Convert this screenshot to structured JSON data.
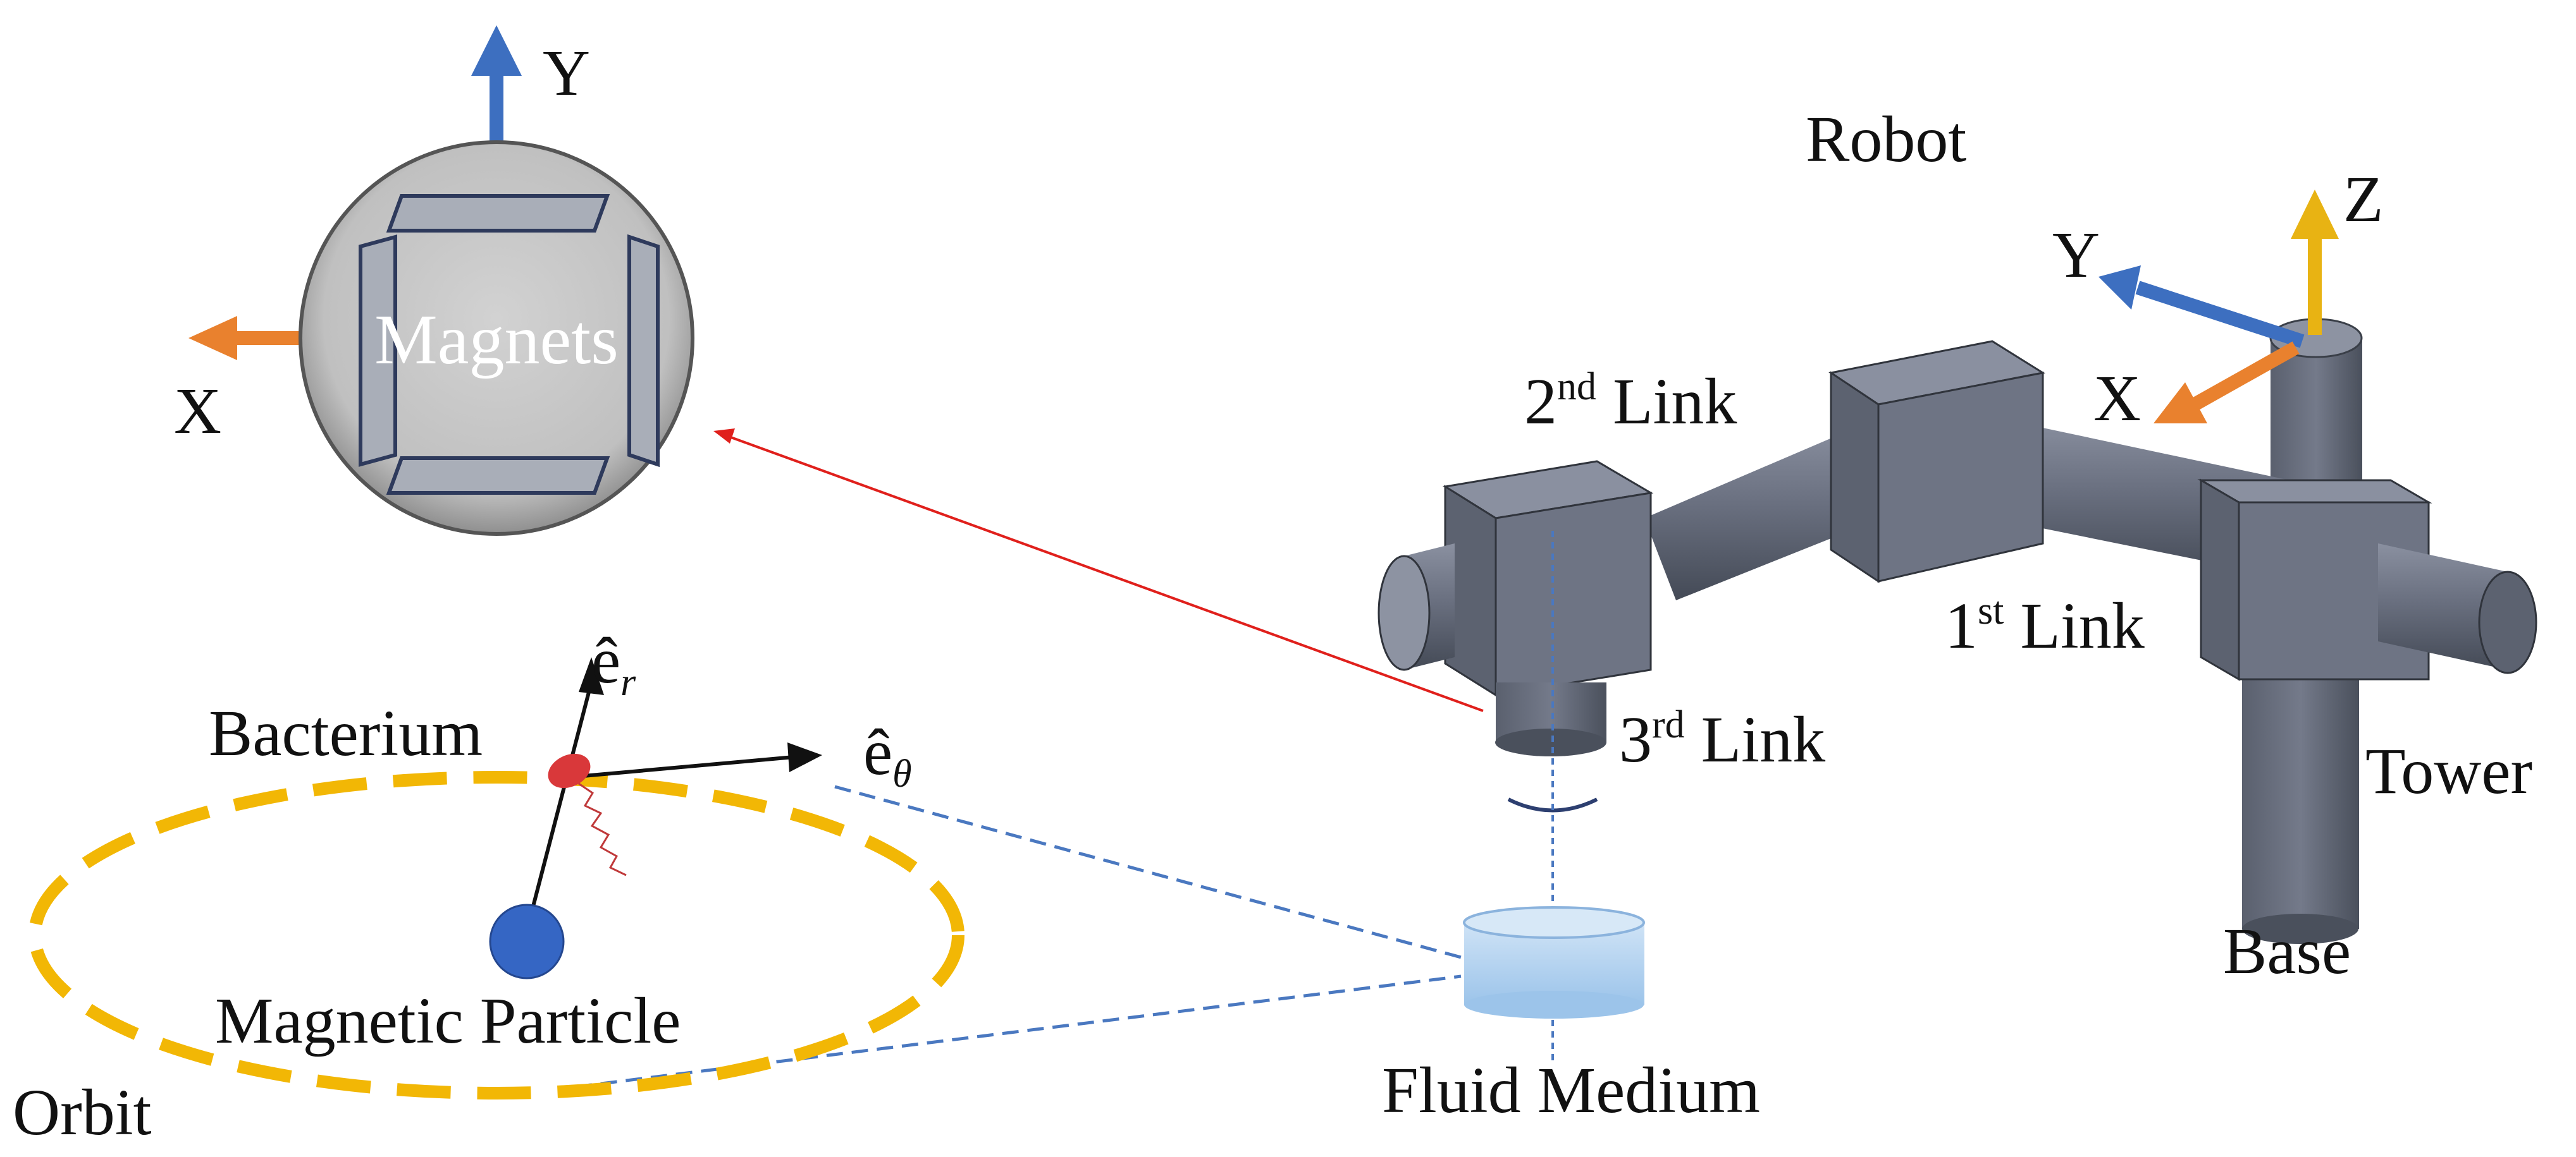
{
  "labels": {
    "robot": "Robot",
    "magnets": "Magnets",
    "link2_num": "2",
    "link2_sup": "nd",
    "link2_word": " Link",
    "link1_num": "1",
    "link1_sup": "st",
    "link1_word": " Link",
    "link3_num": "3",
    "link3_sup": "rd",
    "link3_word": " Link",
    "tower": "Tower",
    "base": "Base",
    "bacterium": "Bacterium",
    "magnetic_particle": "Magnetic Particle",
    "orbit": "Orbit",
    "fluid_medium": "Fluid Medium",
    "e_hat": "ê",
    "r_sub": "r",
    "theta_sub": "θ"
  },
  "axes": {
    "magnet_frame": {
      "y": "Y",
      "x": "X"
    },
    "robot_frame": {
      "z": "Z",
      "y": "Y",
      "x": "X"
    }
  },
  "colors": {
    "robot_gray": "#5c6270",
    "robot_dark": "#40454f",
    "robot_light": "#7a8090",
    "disk_gray": "#c4c4c4",
    "axis_blue": "#3d6fc0",
    "axis_orange": "#e9812e",
    "axis_gold": "#e8b313",
    "orbit_gold": "#f2b705",
    "particle_blue": "#3566c4",
    "bacterium_red": "#d9383a",
    "fluid_blue": "#a9cdee",
    "dashed_blue": "#4a78c0",
    "pointer_red": "#e0201c"
  }
}
